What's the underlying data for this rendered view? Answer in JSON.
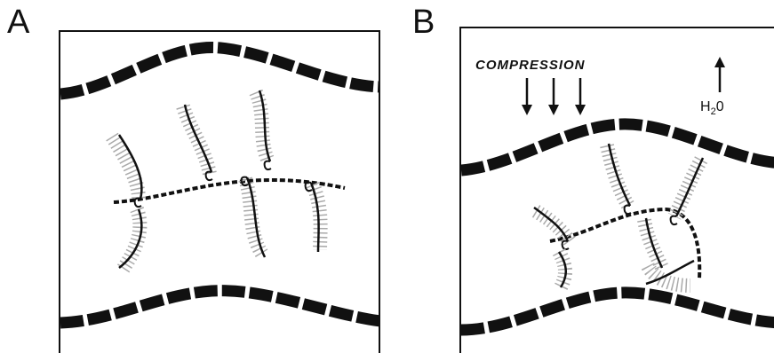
{
  "panels": [
    {
      "letter": "A"
    },
    {
      "letter": "B",
      "compression_label": "COMPRESSION",
      "water_label_main": "H",
      "water_label_sub": "2",
      "water_label_end": "0"
    }
  ],
  "colors": {
    "ink": "#111111",
    "bristle": "#aaaaaa",
    "segment_gap": "#999999"
  }
}
